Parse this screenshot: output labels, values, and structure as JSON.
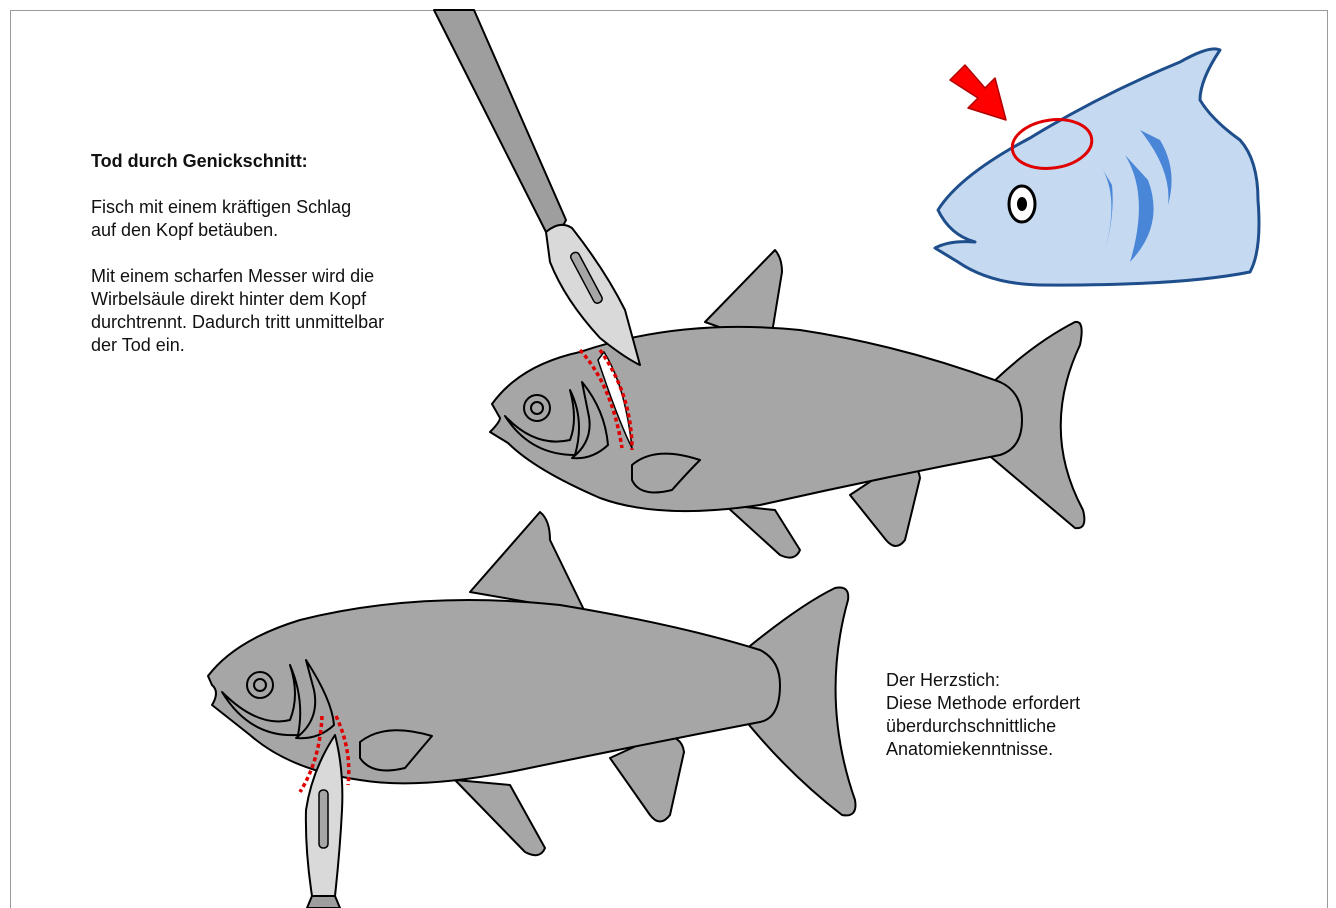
{
  "genickschnitt": {
    "title": "Tod durch Genickschnitt:",
    "paragraph1": "Fisch mit einem kräftigen Schlag\nauf den Kopf betäuben.",
    "paragraph2": "Mit einem scharfen Messer wird die\nWirbelsäule direkt hinter dem Kopf\ndurchtrennt. Dadurch tritt unmittelbar\nder Tod ein."
  },
  "herzstich": {
    "title": "Der Herzstich:",
    "description": "Diese Methode erfordert\nüberdurchschnittliche\nAnatomiekenntnisse."
  },
  "colors": {
    "fish_body": "#a6a6a6",
    "fish_outline": "#000000",
    "knife_blade": "#d9d9d9",
    "knife_handle": "#9e9e9e",
    "cut_line": "#e00000",
    "head_fill": "#c5d9f1",
    "head_outline": "#1f4e8c",
    "gill_accent": "#4a86d8",
    "arrow": "#ff0000"
  }
}
